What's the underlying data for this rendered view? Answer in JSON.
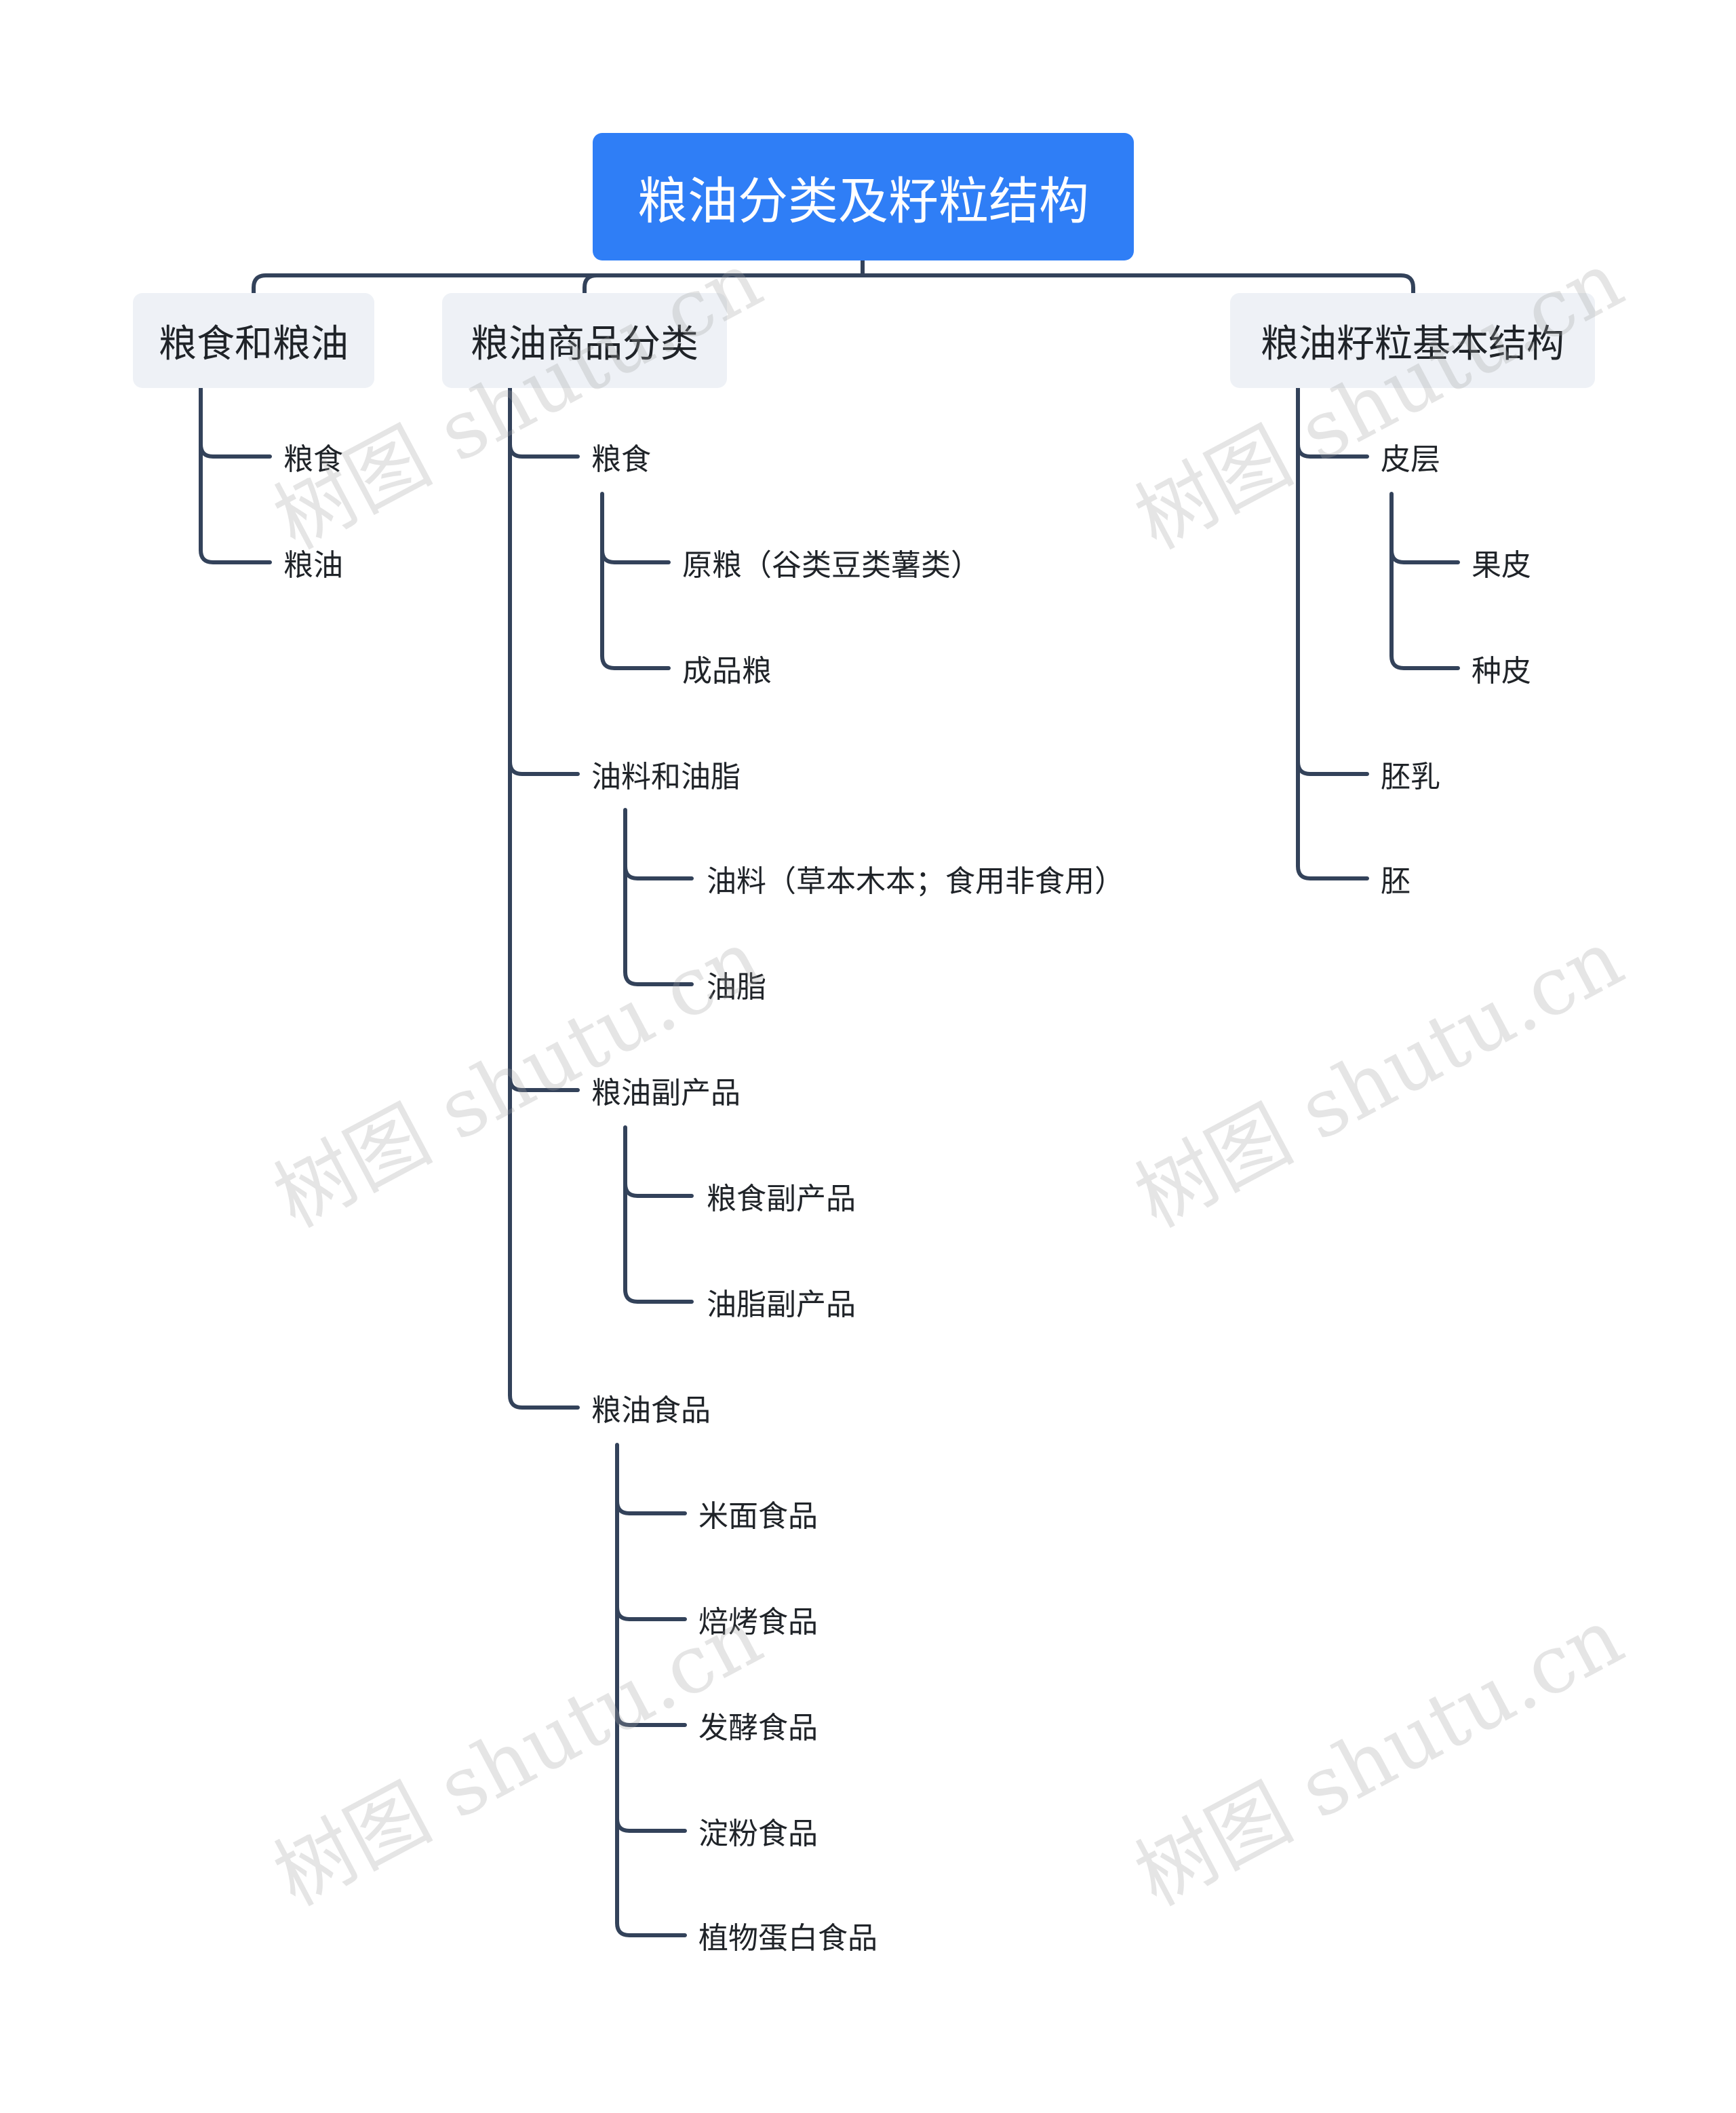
{
  "colors": {
    "root_bg": "#2f7ef6",
    "root_text": "#ffffff",
    "branch_bg": "#eef1f6",
    "connector": "#33425a",
    "text": "#1f2328"
  },
  "watermark": "树图 shutu.cn",
  "root": {
    "label": "粮油分类及籽粒结构"
  },
  "branches": [
    {
      "label": "粮食和粮油",
      "children": [
        {
          "label": "粮食"
        },
        {
          "label": "粮油"
        }
      ]
    },
    {
      "label": "粮油商品分类",
      "children": [
        {
          "label": "粮食",
          "children": [
            {
              "label": "原粮（谷类豆类薯类）"
            },
            {
              "label": "成品粮"
            }
          ]
        },
        {
          "label": "油料和油脂",
          "children": [
            {
              "label": "油料（草本木本；食用非食用）"
            },
            {
              "label": "油脂"
            }
          ]
        },
        {
          "label": "粮油副产品",
          "children": [
            {
              "label": "粮食副产品"
            },
            {
              "label": "油脂副产品"
            }
          ]
        },
        {
          "label": "粮油食品",
          "children": [
            {
              "label": "米面食品"
            },
            {
              "label": "焙烤食品"
            },
            {
              "label": "发酵食品"
            },
            {
              "label": "淀粉食品"
            },
            {
              "label": "植物蛋白食品"
            }
          ]
        }
      ]
    },
    {
      "label": "粮油籽粒基本结构",
      "children": [
        {
          "label": "皮层",
          "children": [
            {
              "label": "果皮"
            },
            {
              "label": "种皮"
            }
          ]
        },
        {
          "label": "胚乳"
        },
        {
          "label": "胚"
        }
      ]
    }
  ]
}
